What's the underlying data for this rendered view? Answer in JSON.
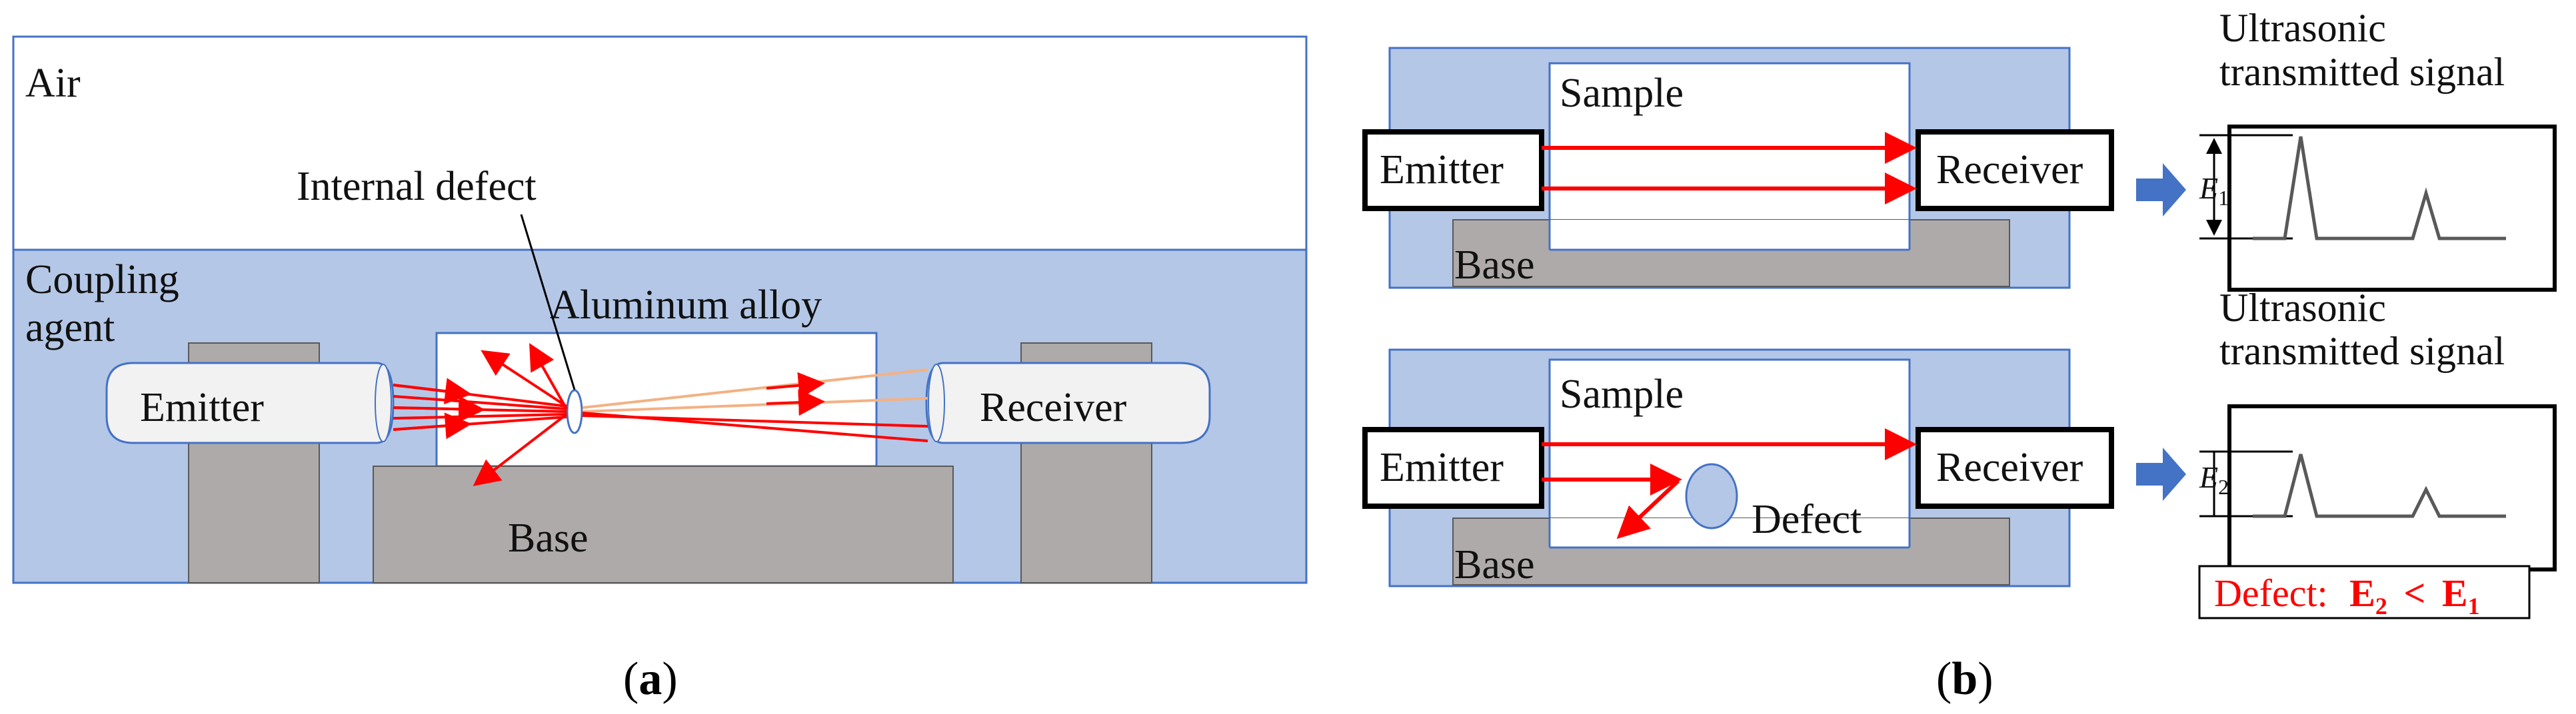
{
  "colors": {
    "coupling_fill": "#b4c7e7",
    "panel_stroke": "#4472c4",
    "base_fill": "#aeaaaa",
    "ray_red": "#ff0000",
    "ray_faint": "#f4b183",
    "arrow_blue": "#4472c4",
    "transducer_fill": "#f2f2f2"
  },
  "panel_a": {
    "caption_open": "(",
    "caption_letter": "a",
    "caption_close": ")",
    "air_label": "Air",
    "coupling_label_line1": "Coupling",
    "coupling_label_line2": "agent",
    "internal_defect_label": "Internal defect",
    "sample_label": "Aluminum alloy",
    "emitter_label": "Emitter",
    "receiver_label": "Receiver",
    "base_label": "Base"
  },
  "panel_b": {
    "caption_open": "(",
    "caption_letter": "b",
    "caption_close": ")",
    "top": {
      "sample_label": "Sample",
      "emitter_label": "Emitter",
      "receiver_label": "Receiver",
      "base_label": "Base",
      "signal_title_line1": "Ultrasonic",
      "signal_title_line2": "transmitted signal",
      "amplitude_symbol": "E",
      "amplitude_subscript": "1"
    },
    "bottom": {
      "sample_label": "Sample",
      "emitter_label": "Emitter",
      "receiver_label": "Receiver",
      "base_label": "Base",
      "defect_label": "Defect",
      "signal_title_line1": "Ultrasonic",
      "signal_title_line2": "transmitted signal",
      "amplitude_symbol": "E",
      "amplitude_subscript": "2"
    },
    "conclusion": {
      "prefix": "Defect:",
      "lhs": "E",
      "lhs_sub": "2",
      "operator": "<",
      "rhs": "E",
      "rhs_sub": "1"
    }
  }
}
